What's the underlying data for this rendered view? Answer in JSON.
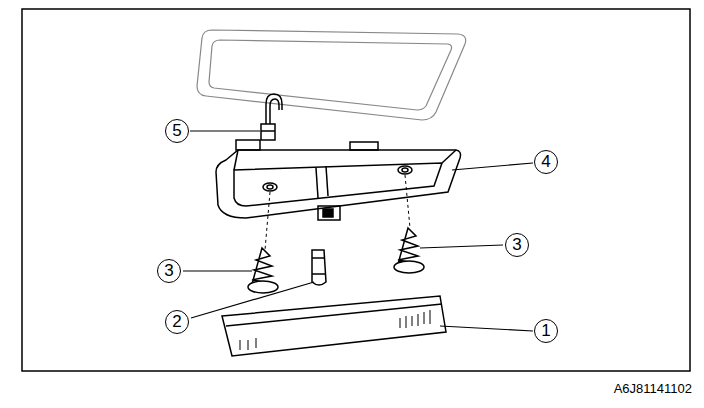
{
  "diagram": {
    "labels": [
      "5",
      "4",
      "3",
      "3",
      "2",
      "1",
      "A6J81141102"
    ]
  }
}
